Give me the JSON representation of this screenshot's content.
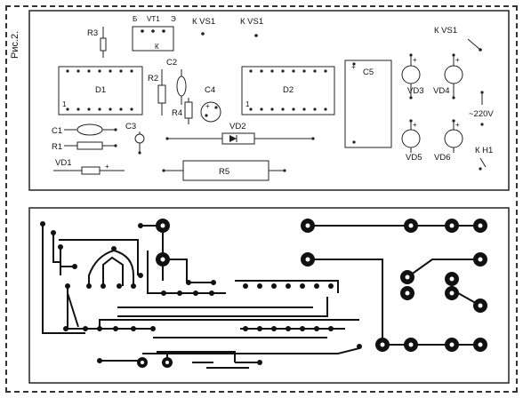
{
  "figure": {
    "caption": "Рис.2."
  },
  "layout_panel": {
    "labels": {
      "R3": "R3",
      "b": "Б",
      "vt1": "VT1",
      "e": "Э",
      "k": "К",
      "kvs1_a": "К VS1",
      "kvs1_b": "К VS1",
      "kvs1_c": "К VS1",
      "D1": "D1",
      "D2": "D2",
      "R2": "R2",
      "C2": "C2",
      "C4": "C4",
      "R4": "R4",
      "C5": "C5",
      "VD3": "VD3",
      "VD4": "VD4",
      "C1": "C1",
      "C3": "C3",
      "R1": "R1",
      "VD2": "VD2",
      "VD1": "VD1",
      "R5": "R5",
      "mains": "~220V",
      "VD5": "VD5",
      "VD6": "VD6",
      "KH1": "К H1",
      "pin1_d1": "1",
      "pin1_d2": "1",
      "plus": "+"
    }
  }
}
